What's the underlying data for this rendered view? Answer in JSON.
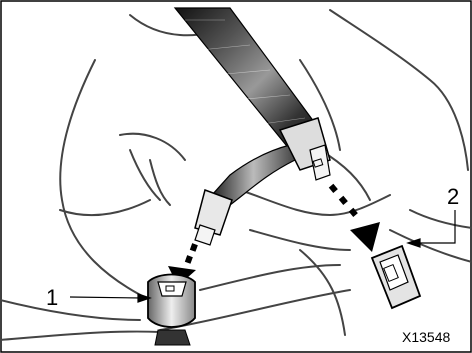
{
  "figure": {
    "callouts": [
      {
        "id": "1",
        "label": "1"
      },
      {
        "id": "2",
        "label": "2"
      }
    ],
    "code": "X13548"
  }
}
